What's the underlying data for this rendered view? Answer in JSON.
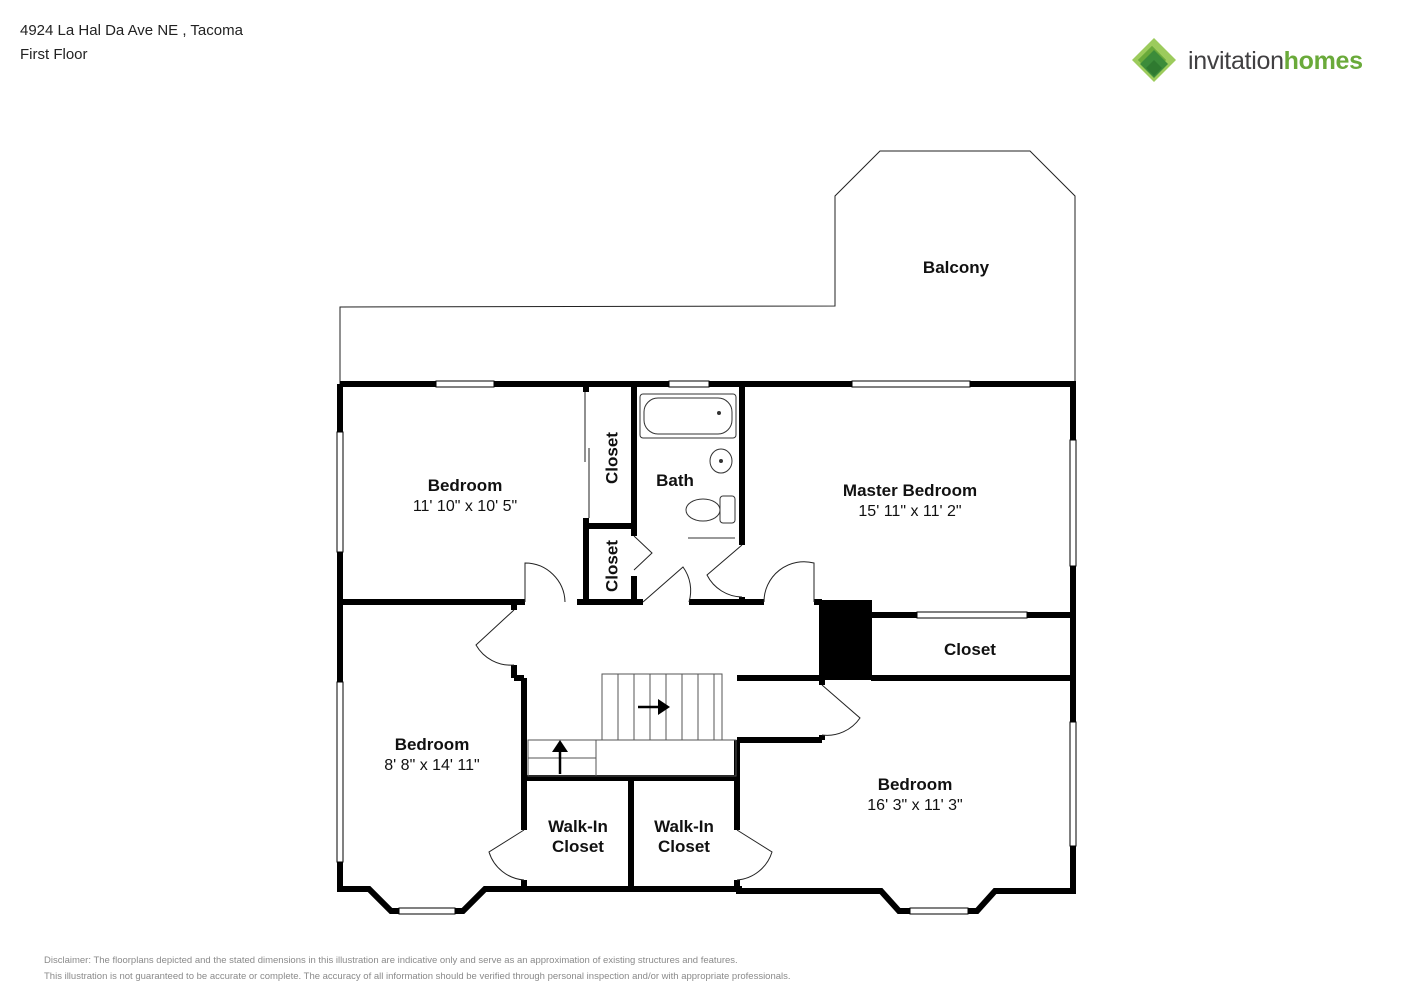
{
  "header": {
    "address": "4924 La Hal Da Ave NE , Tacoma",
    "floor": "First Floor"
  },
  "logo": {
    "word1": "invitation",
    "word2": "homes",
    "colors": {
      "green": "#6aaa3a",
      "dark_green": "#3c8c3a",
      "light_green": "#9ccb5c",
      "gray": "#414042"
    }
  },
  "rooms": {
    "balcony": {
      "name": "Balcony"
    },
    "bedroom_nw": {
      "name": "Bedroom",
      "dims": "11' 10\" x 10' 5\""
    },
    "closet_nw": {
      "name": "Closet"
    },
    "closet_small": {
      "name": "Closet"
    },
    "bath": {
      "name": "Bath"
    },
    "master": {
      "name": "Master Bedroom",
      "dims": "15' 11\" x 11' 2\""
    },
    "closet_master": {
      "name": "Closet"
    },
    "bedroom_w": {
      "name": "Bedroom",
      "dims": "8' 8\" x 14' 11\""
    },
    "walkin_1": {
      "line1": "Walk-In",
      "line2": "Closet"
    },
    "walkin_2": {
      "line1": "Walk-In",
      "line2": "Closet"
    },
    "bedroom_se": {
      "name": "Bedroom",
      "dims": "16' 3\" x 11' 3\""
    }
  },
  "disclaimer": {
    "line1": "Disclaimer: The floorplans depicted and the stated dimensions in this illustration are indicative only and serve as an approximation of existing structures and features.",
    "line2": "This illustration is not guaranteed to be accurate or complete. The accuracy of all information should be verified through personal inspection and/or with appropriate professionals."
  }
}
